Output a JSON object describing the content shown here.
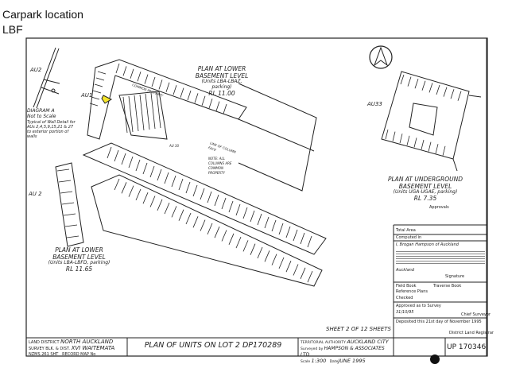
{
  "header": {
    "title": "Carpark location",
    "subtitle": "LBF"
  },
  "highlight_color": "#f5e52a",
  "plans": {
    "lower_basement_a": {
      "line1": "PLAN AT LOWER",
      "line2": "BASEMENT LEVEL",
      "line3": "(Units LBA-LBAZ, parking)",
      "line4": "RL 11.00"
    },
    "lower_basement_b": {
      "line1": "PLAN AT LOWER",
      "line2": "BASEMENT LEVEL",
      "line3": "(Units LBA-LBFD, parking)",
      "line4": "RL 11.65"
    },
    "underground": {
      "line1": "PLAN AT UNDERGROUND",
      "line2": "BASEMENT LEVEL",
      "line3": "(Units UGA-UGAE, parking)",
      "line4": "RL 7.35"
    }
  },
  "diagram": {
    "title": "DIAGRAM A",
    "scale": "Not to Scale",
    "note": "Typical of Wall Detail for AUs 2,4,5,9,15,21 & 27 to exterior portion of walls"
  },
  "labels": {
    "au2_top": "AU2",
    "au1": "AU1",
    "au2_bottom": "AU 2",
    "au33": "AU33",
    "au30": "AU 30",
    "common_property": "COMMON PROPERTY",
    "columns_note": "NOTE: ALL COLUMNS ARE COMMON PROPERTY",
    "line_of_column": "LINE OF COLUMN FACE"
  },
  "sheet": "SHEET 2 OF 12 SHEETS",
  "title_block": {
    "land_district_label": "LAND DISTRICT",
    "land_district": "NORTH AUCKLAND",
    "survey_label": "SURVEY BLK. & DIST.",
    "survey": "XVI WAITEMATA",
    "nzms_label": "NZMS 261 SHT",
    "record_map_label": "RECORD MAP No",
    "plan_title": "PLAN OF UNITS ON LOT 2 DP170289",
    "territorial_label": "TERRITORIAL AUTHORITY",
    "territorial": "AUCKLAND CITY",
    "surveyed_label": "Surveyed by",
    "surveyed_by": "HAMPSON & ASSOCIATES LTD",
    "scale_label": "Scale",
    "scale": "1:300",
    "date_label": "Date",
    "date": "JUNE 1995",
    "plan_number": "UP 170346"
  },
  "side_block": {
    "approvals": "Approvals",
    "total_area": "Total Area",
    "computed_in": "Computed in",
    "certifier": "I, Brogan Hampson of Auckland",
    "place": "Auckland",
    "signature_label": "Signature",
    "field_book": "Field Book",
    "traverse_book": "Traverse Book",
    "reference_plans": "Reference Plans",
    "checked_label": "Checked",
    "approved": "Approved as to Survey",
    "approved_date": "31/10/95",
    "chief_surveyor": "Chief Surveyor",
    "deposited": "Deposited this 21st day of November 1995",
    "district_registrar": "District Land Registrar"
  }
}
